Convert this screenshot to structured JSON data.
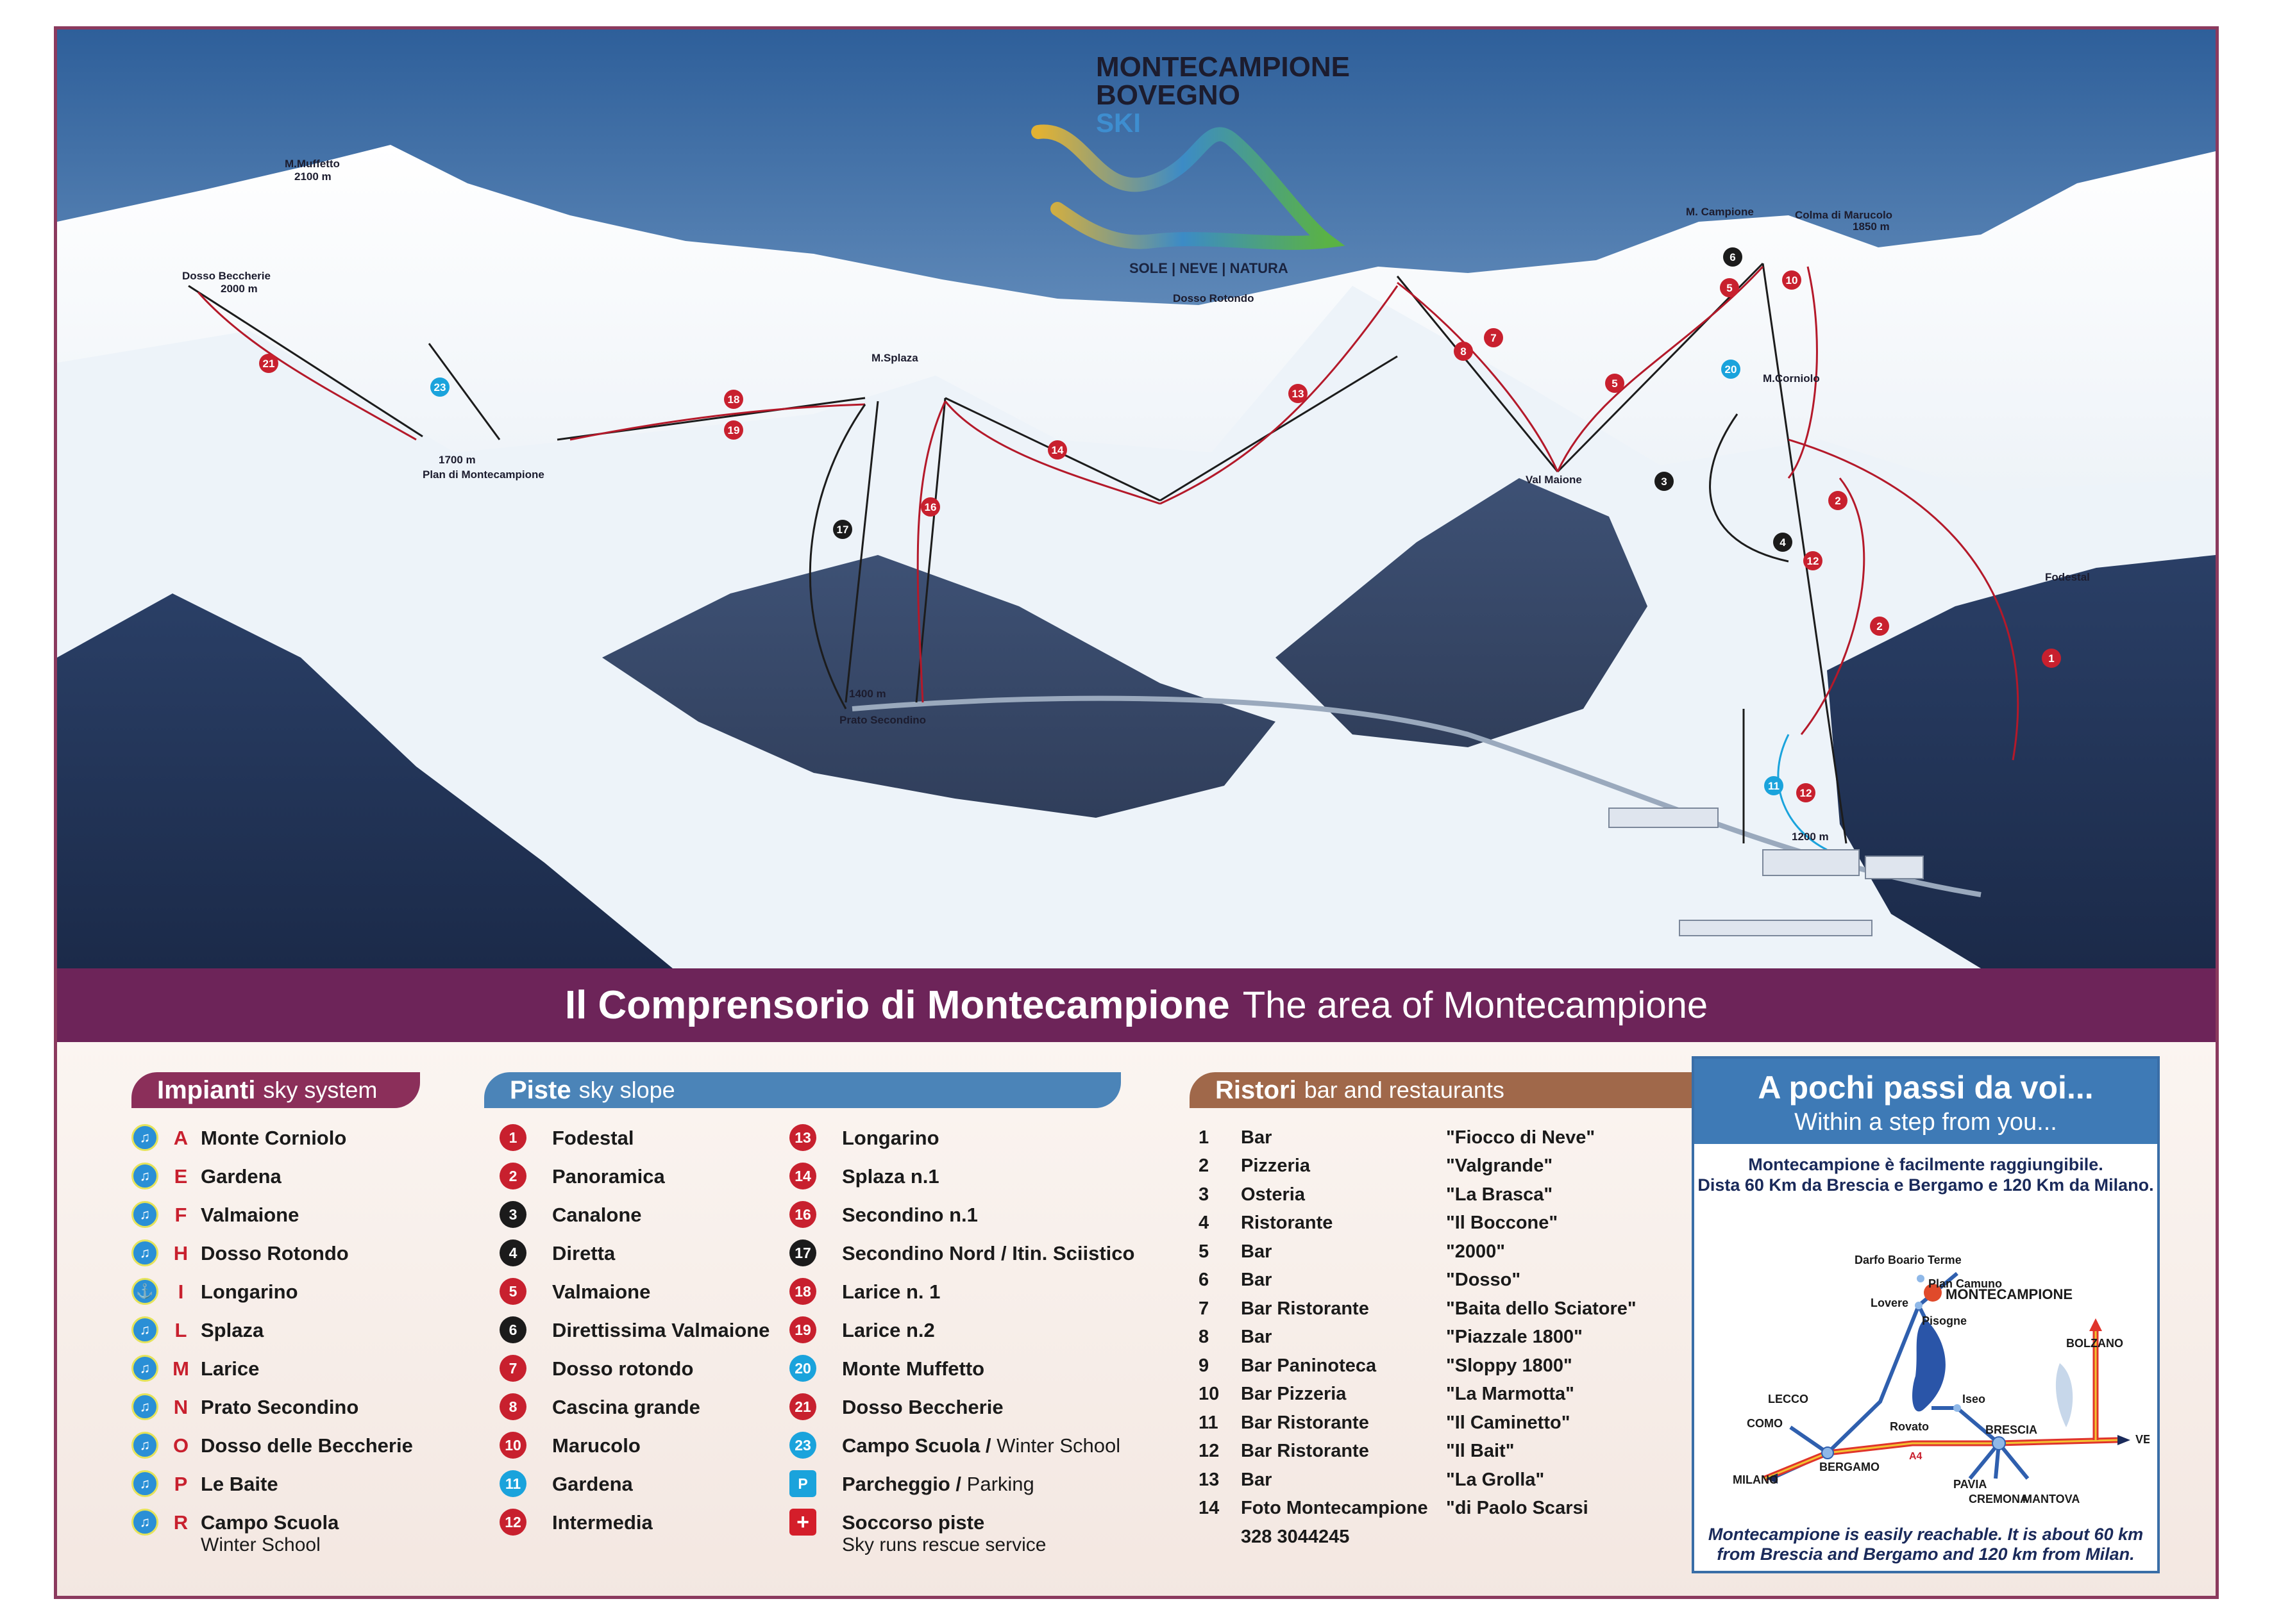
{
  "brand": {
    "line1": "MONTECAMPIONE",
    "line2": "BOVEGNO",
    "line3": "SKI",
    "tagline": "SOLE | NEVE | NATURA"
  },
  "map": {
    "peaks": [
      {
        "id": "muffetto",
        "name": "M.Muffetto",
        "alt": "2100 m"
      },
      {
        "id": "becc",
        "name": "Dosso Beccherie",
        "alt": "2000 m"
      },
      {
        "id": "splaza",
        "name": "M.Splaza",
        "alt": ""
      },
      {
        "id": "rotondo",
        "name": "Dosso Rotondo",
        "alt": ""
      },
      {
        "id": "campione",
        "name": "M. Campione",
        "alt": ""
      },
      {
        "id": "marucolo",
        "name": "Colma di Marucolo",
        "alt": "1850 m"
      },
      {
        "id": "corniolo",
        "name": "M.Corniolo",
        "alt": ""
      },
      {
        "id": "maione",
        "name": "Val Maione",
        "alt": ""
      },
      {
        "id": "fodestal",
        "name": "Fodestal",
        "alt": ""
      }
    ],
    "plan_alt": "1700 m",
    "plan_name": "Plan di Montecampione",
    "prato_alt": "1400 m",
    "prato_name": "Prato Secondino",
    "base_alt": "1200 m"
  },
  "banner": {
    "bold": "Il Comprensorio di Montecampione",
    "light": "The area of Montecampione"
  },
  "impianti": {
    "title": "Impianti",
    "subtitle": "sky system",
    "items": [
      {
        "letter": "A",
        "name": "Monte Corniolo",
        "sub": ""
      },
      {
        "letter": "E",
        "name": "Gardena",
        "sub": ""
      },
      {
        "letter": "F",
        "name": "Valmaione",
        "sub": ""
      },
      {
        "letter": "H",
        "name": "Dosso Rotondo",
        "sub": ""
      },
      {
        "letter": "I",
        "name": "Longarino",
        "sub": ""
      },
      {
        "letter": "L",
        "name": "Splaza",
        "sub": ""
      },
      {
        "letter": "M",
        "name": "Larice",
        "sub": ""
      },
      {
        "letter": "N",
        "name": "Prato Secondino",
        "sub": ""
      },
      {
        "letter": "O",
        "name": "Dosso delle Beccherie",
        "sub": ""
      },
      {
        "letter": "P",
        "name": "Le Baite",
        "sub": ""
      },
      {
        "letter": "R",
        "name": "Campo Scuola",
        "sub": "Winter School"
      }
    ]
  },
  "piste": {
    "title": "Piste",
    "subtitle": "sky slope",
    "col1": [
      {
        "num": "1",
        "color": "red",
        "name": "Fodestal",
        "sub": ""
      },
      {
        "num": "2",
        "color": "red",
        "name": "Panoramica",
        "sub": ""
      },
      {
        "num": "3",
        "color": "black",
        "name": "Canalone",
        "sub": ""
      },
      {
        "num": "4",
        "color": "black",
        "name": "Diretta",
        "sub": ""
      },
      {
        "num": "5",
        "color": "red",
        "name": "Valmaione",
        "sub": ""
      },
      {
        "num": "6",
        "color": "black",
        "name": "Direttissima Valmaione",
        "sub": ""
      },
      {
        "num": "7",
        "color": "red",
        "name": "Dosso rotondo",
        "sub": ""
      },
      {
        "num": "8",
        "color": "red",
        "name": "Cascina grande",
        "sub": ""
      },
      {
        "num": "10",
        "color": "red",
        "name": "Marucolo",
        "sub": ""
      },
      {
        "num": "11",
        "color": "blue",
        "name": "Gardena",
        "sub": ""
      },
      {
        "num": "12",
        "color": "red",
        "name": "Intermedia",
        "sub": ""
      }
    ],
    "col2": [
      {
        "num": "13",
        "color": "red",
        "name": "Longarino",
        "sub": "",
        "light": ""
      },
      {
        "num": "14",
        "color": "red",
        "name": "Splaza n.1",
        "sub": "",
        "light": ""
      },
      {
        "num": "16",
        "color": "red",
        "name": "Secondino n.1",
        "sub": "",
        "light": ""
      },
      {
        "num": "17",
        "color": "black",
        "name": "Secondino Nord / Itin. Sciistico",
        "sub": "",
        "light": ""
      },
      {
        "num": "18",
        "color": "red",
        "name": "Larice n. 1",
        "sub": "",
        "light": ""
      },
      {
        "num": "19",
        "color": "red",
        "name": "Larice n.2",
        "sub": "",
        "light": ""
      },
      {
        "num": "20",
        "color": "blue",
        "name": "Monte Muffetto",
        "sub": "",
        "light": ""
      },
      {
        "num": "21",
        "color": "red",
        "name": "Dosso Beccherie",
        "sub": "",
        "light": ""
      },
      {
        "num": "23",
        "color": "blue",
        "name": "Campo Scuola /",
        "sub": "",
        "light": "Winter School"
      },
      {
        "num": "P",
        "color": "park",
        "name": "Parcheggio /",
        "sub": "",
        "light": "Parking"
      },
      {
        "num": "+",
        "color": "rescue",
        "name": "Soccorso piste",
        "sub": "Sky runs rescue service",
        "light": ""
      }
    ]
  },
  "ristori": {
    "title": "Ristori",
    "subtitle": "bar and restaurants",
    "items": [
      {
        "num": "1",
        "type": "Bar",
        "name": "\"Fiocco di Neve\""
      },
      {
        "num": "2",
        "type": "Pizzeria",
        "name": "\"Valgrande\""
      },
      {
        "num": "3",
        "type": "Osteria",
        "name": "\"La Brasca\""
      },
      {
        "num": "4",
        "type": "Ristorante",
        "name": "\"Il Boccone\""
      },
      {
        "num": "5",
        "type": "Bar",
        "name": "\"2000\""
      },
      {
        "num": "6",
        "type": "Bar",
        "name": "\"Dosso\""
      },
      {
        "num": "7",
        "type": "Bar Ristorante",
        "name": "\"Baita dello Sciatore\""
      },
      {
        "num": "8",
        "type": "Bar",
        "name": "\"Piazzale 1800\""
      },
      {
        "num": "9",
        "type": "Bar Paninoteca",
        "name": "\"Sloppy 1800\""
      },
      {
        "num": "10",
        "type": "Bar Pizzeria",
        "name": "\"La Marmotta\""
      },
      {
        "num": "11",
        "type": "Bar Ristorante",
        "name": "\"Il Caminetto\""
      },
      {
        "num": "12",
        "type": "Bar Ristorante",
        "name": "\"Il Bait\""
      },
      {
        "num": "13",
        "type": "Bar",
        "name": "\"La Grolla\""
      },
      {
        "num": "14",
        "type": "Foto Montecampione",
        "name": "\"di Paolo Scarsi"
      }
    ],
    "phone": "328 3044245"
  },
  "access": {
    "title": "A pochi passi da voi...",
    "subtitle": "Within a step from you...",
    "intro_line1": "Montecampione è facilmente raggiungibile.",
    "intro_line2": "Dista 60 Km da Brescia e Bergamo e 120 Km da Milano.",
    "outro_line1": "Montecampione is easily reachable. It is about 60 km",
    "outro_line2": "from Brescia and Bergamo and 120 km from Milan.",
    "places": {
      "darfo": "Darfo Boario Terme",
      "plan_camuno": "Plan Camuno",
      "montecampione": "MONTECAMPIONE",
      "lovere": "Lovere",
      "pisogne": "Pisogne",
      "bolzano": "BOLZANO",
      "iseo": "Iseo",
      "lecco": "LECCO",
      "como": "COMO",
      "rovato": "Rovato",
      "brescia": "BRESCIA",
      "milano": "MILANO",
      "bergamo": "BERGAMO",
      "a4": "A4",
      "verona": "VERONA",
      "pavia": "PAVIA",
      "cremona": "CREMONA",
      "mantova": "MANTOVA"
    }
  },
  "colors": {
    "banner": "#6d2459",
    "impianti_header": "#8b2f5a",
    "piste_header": "#4b84b8",
    "ristori_header": "#a0684a",
    "red_run": "#c8202e",
    "black_run": "#1b1b1b",
    "blue_run": "#1aa3dc"
  }
}
